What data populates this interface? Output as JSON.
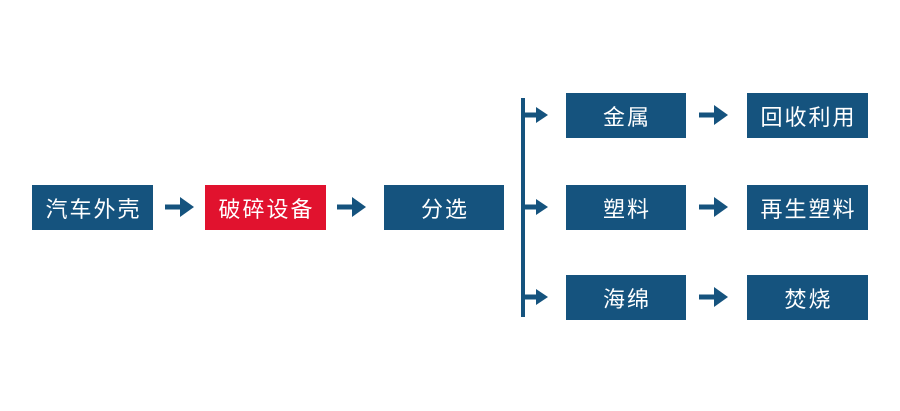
{
  "colors": {
    "blue": "#15537e",
    "red": "#e1122e",
    "text": "#ffffff",
    "bg": "#ffffff"
  },
  "flow": {
    "main": [
      {
        "label": "汽车外壳",
        "variant": "blue"
      },
      {
        "label": "破碎设备",
        "variant": "red"
      },
      {
        "label": "分选",
        "variant": "blue"
      }
    ],
    "branches": [
      {
        "material": "金属",
        "result": "回收利用"
      },
      {
        "material": "塑料",
        "result": "再生塑料"
      },
      {
        "material": "海绵",
        "result": "焚烧"
      }
    ]
  }
}
